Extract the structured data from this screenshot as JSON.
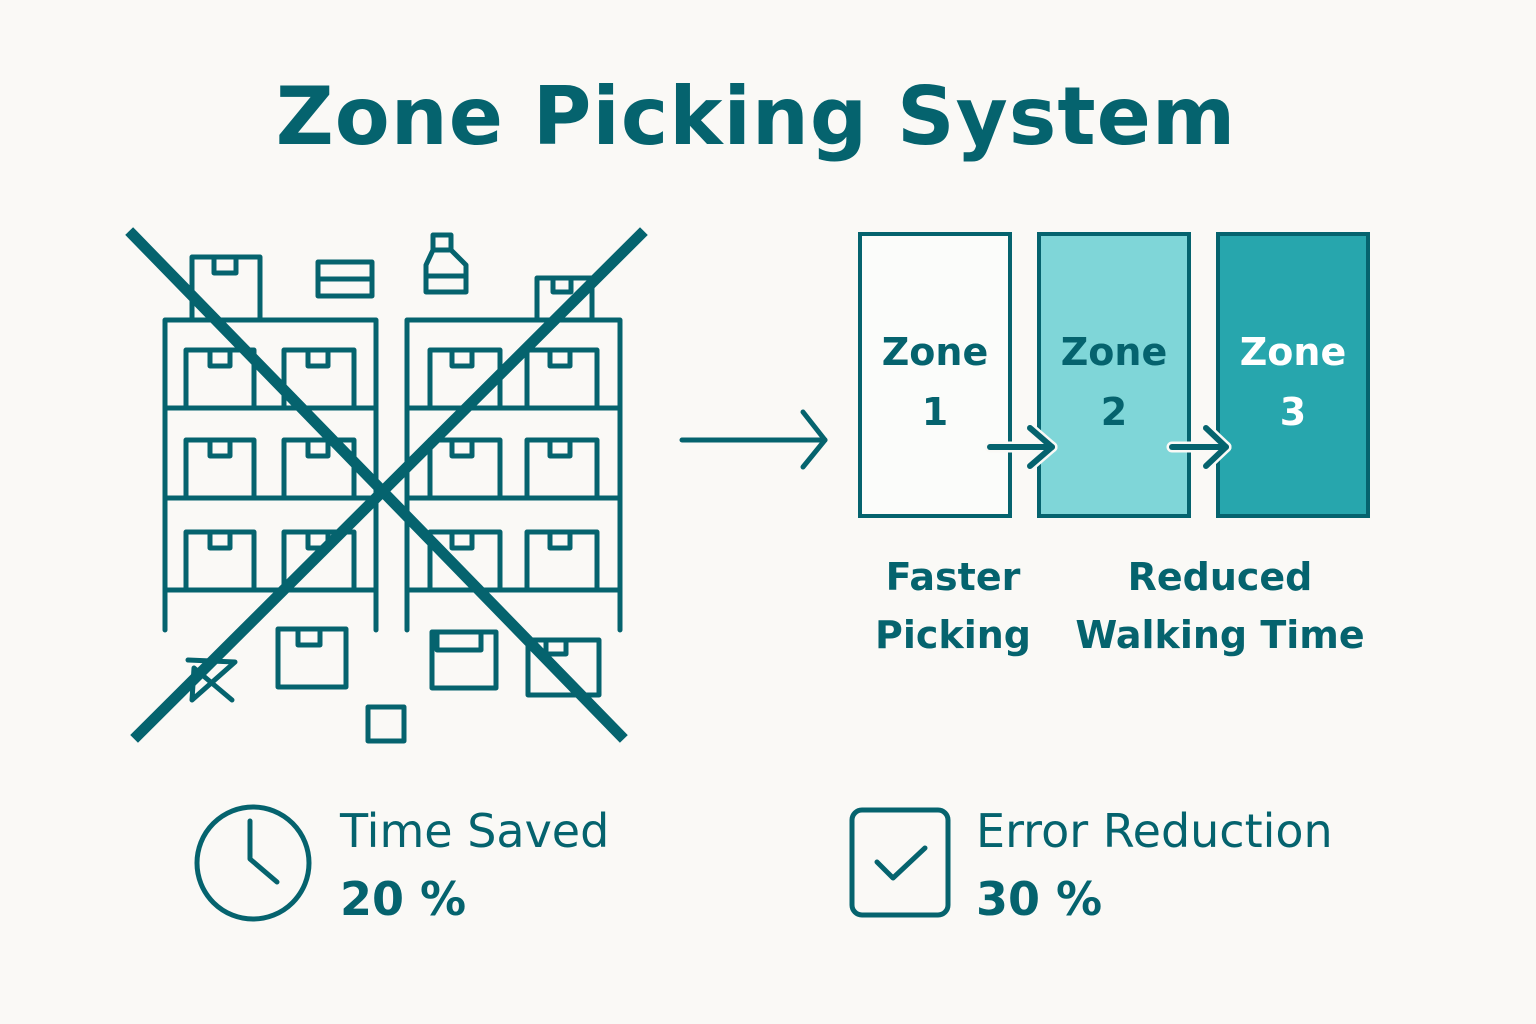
{
  "title": "Zone Picking System",
  "colors": {
    "primary": "#05636e",
    "zone1_fill": "#fbfcfa",
    "zone2_fill": "#7fd6d8",
    "zone3_fill": "#27a6ad",
    "background": "#faf9f6"
  },
  "left_panel": {
    "description": "Crossed-out cluttered warehouse shelving",
    "icons": [
      "shelving-unit-icon",
      "box-icon",
      "bottle-icon",
      "crossed-out-x-icon"
    ]
  },
  "flow_arrow": "arrow-right-icon",
  "zones": [
    {
      "line1": "Zone",
      "line2": "1"
    },
    {
      "line1": "Zone",
      "line2": "2"
    },
    {
      "line1": "Zone",
      "line2": "3"
    }
  ],
  "benefits": [
    {
      "line1": "Faster",
      "line2": "Picking"
    },
    {
      "line1": "Reduced",
      "line2": "Walking Time"
    }
  ],
  "metrics": [
    {
      "icon": "clock-icon",
      "label": "Time Saved",
      "value": "20 %"
    },
    {
      "icon": "checkbox-check-icon",
      "label": "Error Reduction",
      "value": "30 %"
    }
  ]
}
